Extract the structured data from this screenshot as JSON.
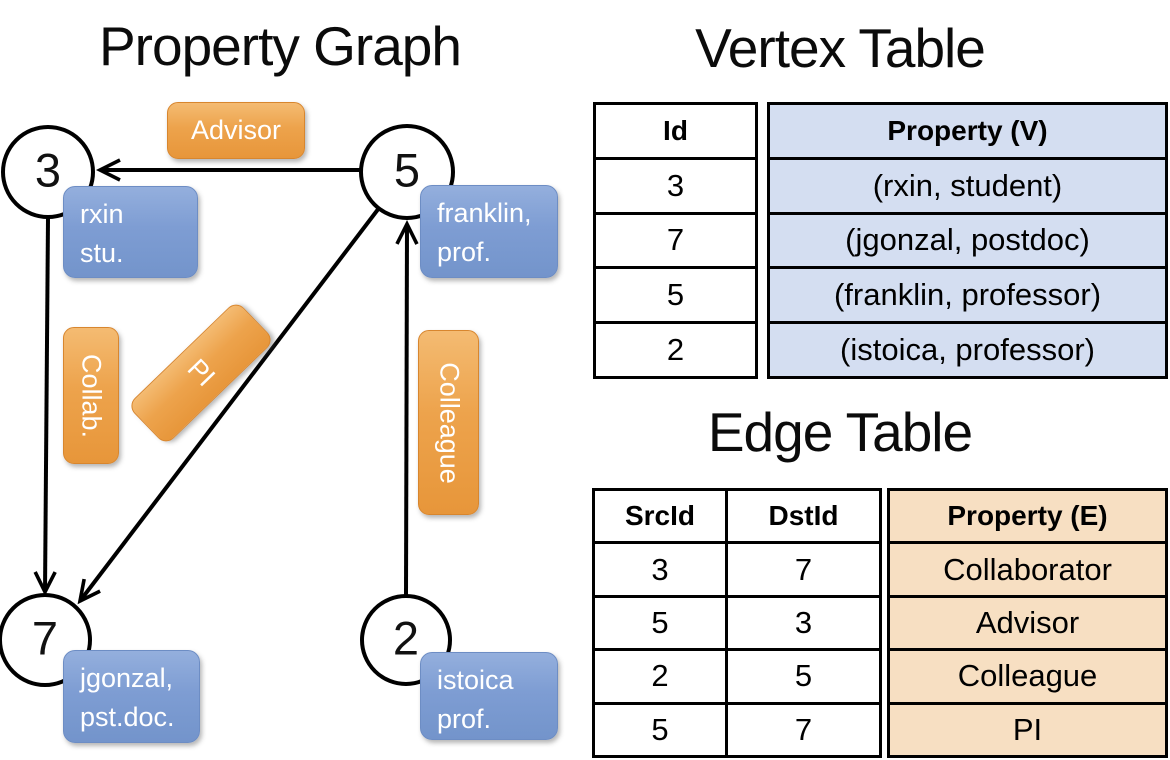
{
  "graph": {
    "title": "Property Graph",
    "nodes": [
      {
        "id": "3",
        "lines": [
          "rxin",
          "stu."
        ]
      },
      {
        "id": "5",
        "lines": [
          "franklin,",
          "prof."
        ]
      },
      {
        "id": "7",
        "lines": [
          "jgonzal,",
          "pst.doc."
        ]
      },
      {
        "id": "2",
        "lines": [
          "istoica",
          "prof."
        ]
      }
    ],
    "edge_labels": {
      "advisor": "Advisor",
      "collab": "Collab.",
      "pi": "PI",
      "colleague": "Colleague"
    }
  },
  "vertex_table": {
    "title": "Vertex Table",
    "columns": [
      "Id",
      "Property (V)"
    ],
    "rows": [
      [
        "3",
        "(rxin, student)"
      ],
      [
        "7",
        "(jgonzal, postdoc)"
      ],
      [
        "5",
        "(franklin, professor)"
      ],
      [
        "2",
        "(istoica, professor)"
      ]
    ]
  },
  "edge_table": {
    "title": "Edge Table",
    "columns": [
      "SrcId",
      "DstId",
      "Property (E)"
    ],
    "rows": [
      [
        "3",
        "7",
        "Collaborator"
      ],
      [
        "5",
        "3",
        "Advisor"
      ],
      [
        "2",
        "5",
        "Colleague"
      ],
      [
        "5",
        "7",
        "PI"
      ]
    ]
  },
  "colors": {
    "edge_label_orange": "#EDA34C",
    "vertex_box_blue": "#7E9DD3",
    "vertex_property_bg": "#D4DEF1",
    "edge_property_bg": "#F7DFC2",
    "line_black": "#000000"
  }
}
